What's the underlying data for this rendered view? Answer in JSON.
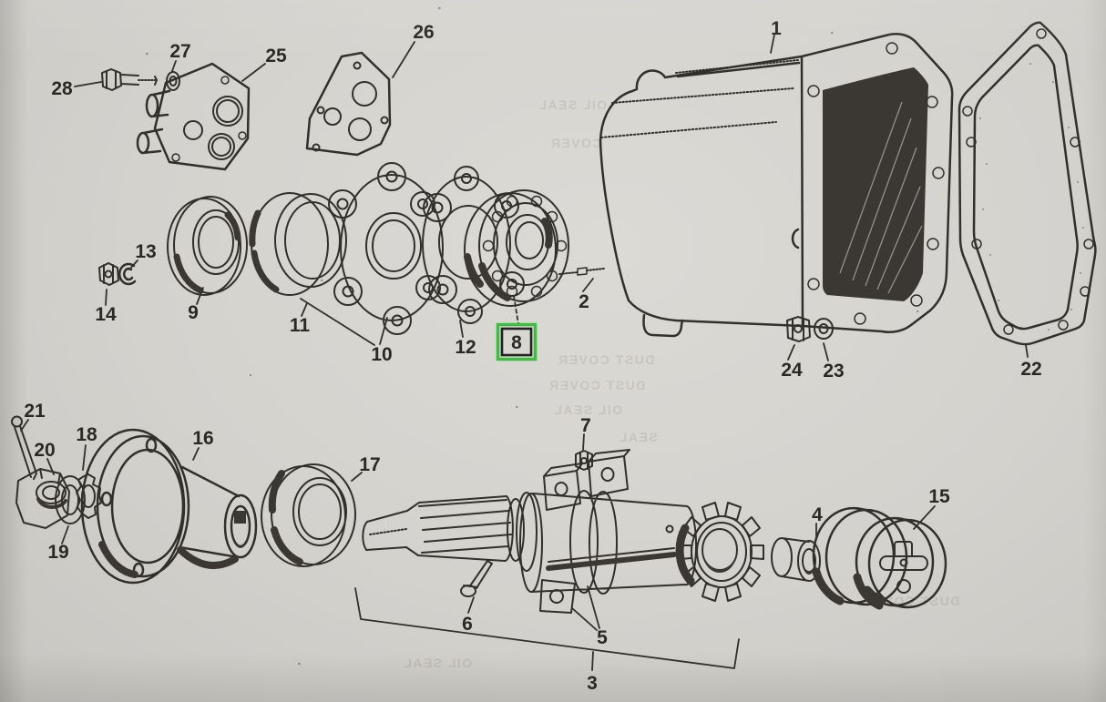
{
  "colors": {
    "ink": "#32302b",
    "dark": "#3b3833",
    "green": "#3bbf41",
    "paper": "#d5d3ce"
  },
  "highlight": {
    "label": "8",
    "box_color": "#3bbf41",
    "inner_box_color": "#23221f"
  },
  "labels": [
    "1",
    "2",
    "3",
    "4",
    "5",
    "6",
    "7",
    "8",
    "9",
    "10",
    "11",
    "12",
    "13",
    "14",
    "15",
    "16",
    "17",
    "18",
    "19",
    "20",
    "21",
    "22",
    "23",
    "24",
    "25",
    "26",
    "27",
    "28"
  ],
  "bleedthrough": [
    "DUST COVER",
    "DUST COVER",
    "OIL SEAL",
    "OIL SEAL",
    "COVER",
    "SEAL",
    "DUST COVER",
    "OIL SEAL"
  ]
}
